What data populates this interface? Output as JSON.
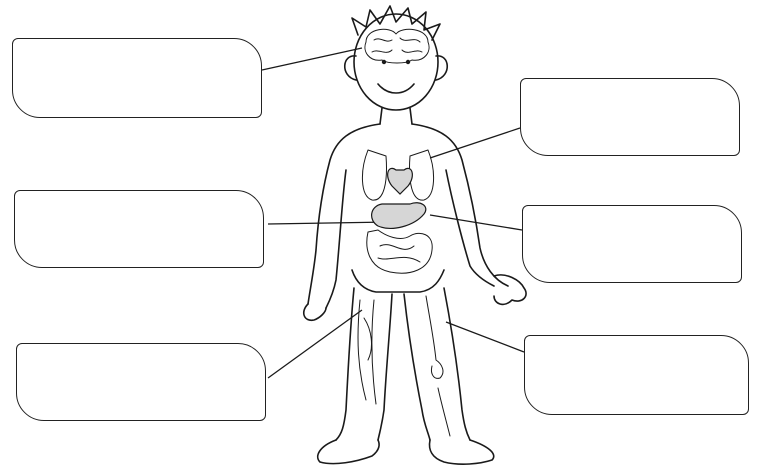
{
  "worksheet": {
    "label_boxes": [
      {
        "id": "left-top",
        "text": ""
      },
      {
        "id": "left-mid",
        "text": ""
      },
      {
        "id": "left-bottom",
        "text": ""
      },
      {
        "id": "right-top",
        "text": ""
      },
      {
        "id": "right-mid",
        "text": ""
      },
      {
        "id": "right-bottom",
        "text": ""
      }
    ]
  }
}
